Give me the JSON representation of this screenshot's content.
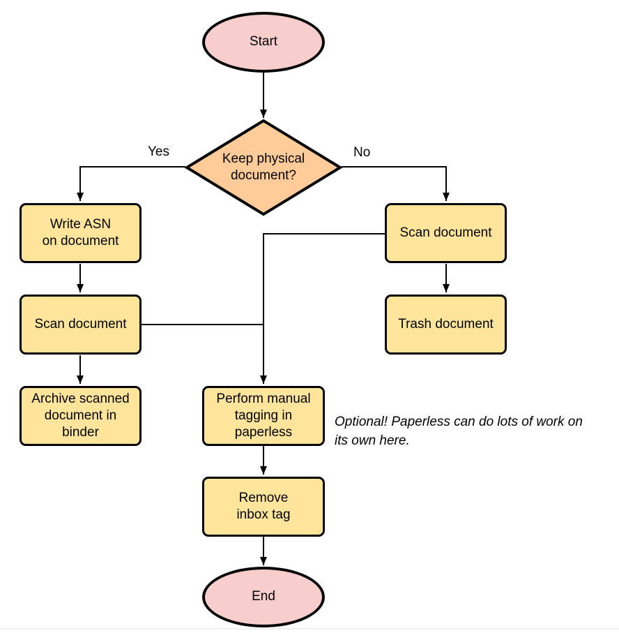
{
  "colors": {
    "terminal_fill": "#f8cecc",
    "decision_fill": "#ffcc99",
    "process_fill": "#ffe49c",
    "stroke": "#000000"
  },
  "nodes": {
    "start": {
      "label": "Start"
    },
    "decision": {
      "label": "Keep physical\ndocument?"
    },
    "write_asn": {
      "label": "Write ASN\non document"
    },
    "scan_left": {
      "label": "Scan document"
    },
    "archive": {
      "label": "Archive scanned\ndocument in\nbinder"
    },
    "scan_right": {
      "label": "Scan document"
    },
    "trash": {
      "label": "Trash document"
    },
    "tagging": {
      "label": "Perform manual\ntagging in\npaperless"
    },
    "remove_inbox": {
      "label": "Remove\ninbox tag"
    },
    "end": {
      "label": "End"
    }
  },
  "edge_labels": {
    "yes": "Yes",
    "no": "No"
  },
  "note": {
    "text": "Optional! Paperless can do lots of work on\nits own here."
  }
}
